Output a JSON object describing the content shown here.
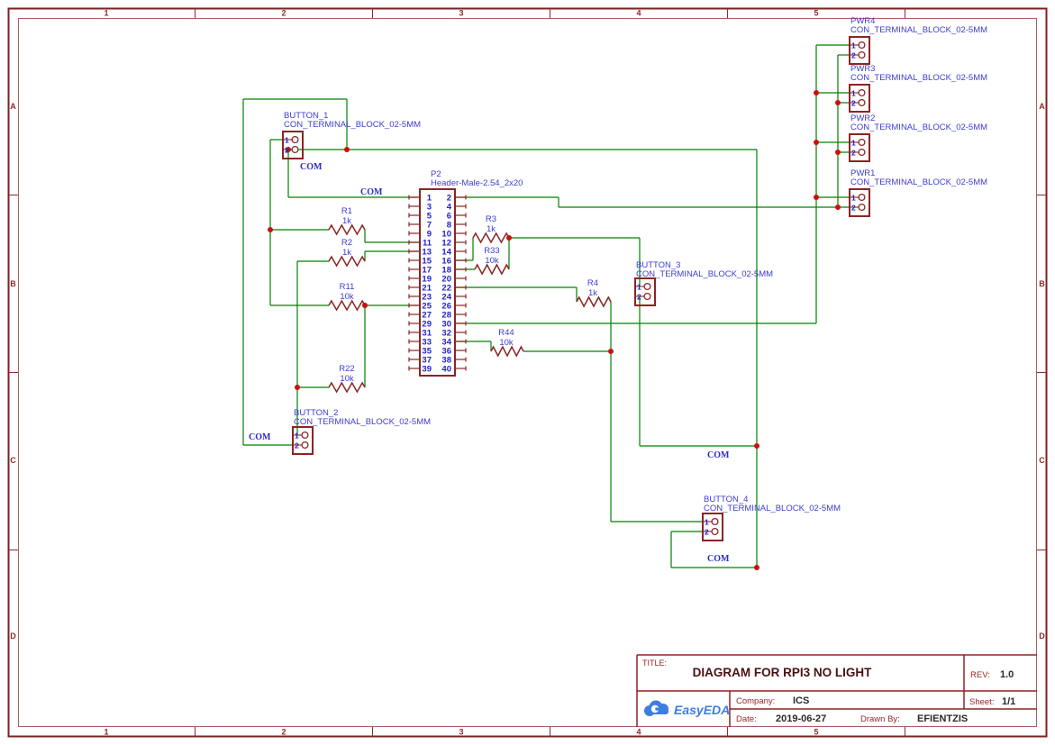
{
  "sheet": {
    "columns": [
      "1",
      "2",
      "3",
      "4",
      "5"
    ],
    "rows": [
      "A",
      "B",
      "C",
      "D"
    ]
  },
  "title_block": {
    "title_label": "TITLE:",
    "title": "DIAGRAM FOR RPI3 NO LIGHT",
    "rev_label": "REV:",
    "rev": "1.0",
    "company_label": "Company:",
    "company": "ICS",
    "sheet_label": "Sheet:",
    "sheet": "1/1",
    "date_label": "Date:",
    "date": "2019-06-27",
    "drawn_by_label": "Drawn By:",
    "drawn_by": "EFIENTZIS",
    "logo_text": "EasyEDA"
  },
  "net_labels": [
    "COM",
    "COM",
    "COM",
    "COM",
    "COM"
  ],
  "components": {
    "button1": {
      "ref": "BUTTON_1",
      "footprint": "CON_TERMINAL_BLOCK_02-5MM",
      "pins": [
        "1",
        "2"
      ]
    },
    "button2": {
      "ref": "BUTTON_2",
      "footprint": "CON_TERMINAL_BLOCK_02-5MM",
      "pins": [
        "1",
        "2"
      ]
    },
    "button3": {
      "ref": "BUTTON_3",
      "footprint": "CON_TERMINAL_BLOCK_02-5MM",
      "pins": [
        "1",
        "2"
      ]
    },
    "button4": {
      "ref": "BUTTON_4",
      "footprint": "CON_TERMINAL_BLOCK_02-5MM",
      "pins": [
        "1",
        "2"
      ]
    },
    "pwr1": {
      "ref": "PWR1",
      "footprint": "CON_TERMINAL_BLOCK_02-5MM",
      "pins": [
        "1",
        "2"
      ]
    },
    "pwr2": {
      "ref": "PWR2",
      "footprint": "CON_TERMINAL_BLOCK_02-5MM",
      "pins": [
        "1",
        "2"
      ]
    },
    "pwr3": {
      "ref": "PWR3",
      "footprint": "CON_TERMINAL_BLOCK_02-5MM",
      "pins": [
        "1",
        "2"
      ]
    },
    "pwr4": {
      "ref": "PWR4",
      "footprint": "CON_TERMINAL_BLOCK_02-5MM",
      "pins": [
        "1",
        "2"
      ]
    },
    "p2": {
      "ref": "P2",
      "value": "Header-Male-2.54_2x20",
      "left_pins": [
        "1",
        "3",
        "5",
        "7",
        "9",
        "11",
        "13",
        "15",
        "17",
        "19",
        "21",
        "23",
        "25",
        "27",
        "29",
        "31",
        "33",
        "35",
        "37",
        "39"
      ],
      "right_pins": [
        "2",
        "4",
        "6",
        "8",
        "10",
        "12",
        "14",
        "16",
        "18",
        "20",
        "22",
        "24",
        "26",
        "28",
        "30",
        "32",
        "34",
        "36",
        "38",
        "40"
      ]
    },
    "r1": {
      "ref": "R1",
      "value": "1k"
    },
    "r2": {
      "ref": "R2",
      "value": "1k"
    },
    "r3": {
      "ref": "R3",
      "value": "1k"
    },
    "r4": {
      "ref": "R4",
      "value": "1k"
    },
    "r11": {
      "ref": "R11",
      "value": "10k"
    },
    "r22": {
      "ref": "R22",
      "value": "10k"
    },
    "r33": {
      "ref": "R33",
      "value": "10k"
    },
    "r44": {
      "ref": "R44",
      "value": "10k"
    }
  },
  "colors": {
    "wire": "#008000",
    "component": "#8b2424",
    "label_blue": "#3d3dd3",
    "junction": "#cf0e0e",
    "frame": "#8d2a2a",
    "logo_blue": "#3f7de0"
  }
}
